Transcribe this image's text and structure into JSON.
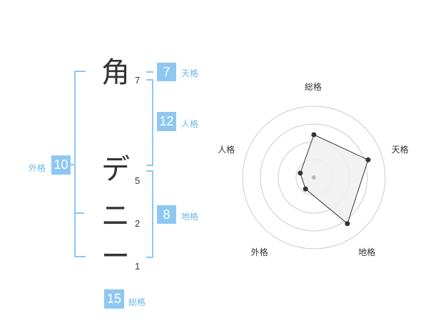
{
  "name": {
    "chars": [
      {
        "char": "角",
        "strokes": "7"
      },
      {
        "char": "デ",
        "strokes": "5"
      },
      {
        "char": "ニ",
        "strokes": "2"
      },
      {
        "char": "ー",
        "strokes": "1"
      }
    ]
  },
  "kakusu": {
    "tenkaku": {
      "label": "天格",
      "value": "7"
    },
    "jinkaku": {
      "label": "人格",
      "value": "12"
    },
    "chikaku": {
      "label": "地格",
      "value": "8"
    },
    "gaikaku": {
      "label": "外格",
      "value": "10"
    },
    "soukaku": {
      "label": "総格",
      "value": "15"
    }
  },
  "chart_data": {
    "type": "radar",
    "axes": [
      "総格",
      "天格",
      "地格",
      "外格",
      "人格"
    ],
    "values": [
      3,
      4,
      4,
      1,
      1
    ],
    "max": 5,
    "rings": 4,
    "colors": {
      "line": "#333333",
      "fill": "#f0f0f0",
      "grid": "#cccccc",
      "center": "#bbbbbb"
    }
  }
}
